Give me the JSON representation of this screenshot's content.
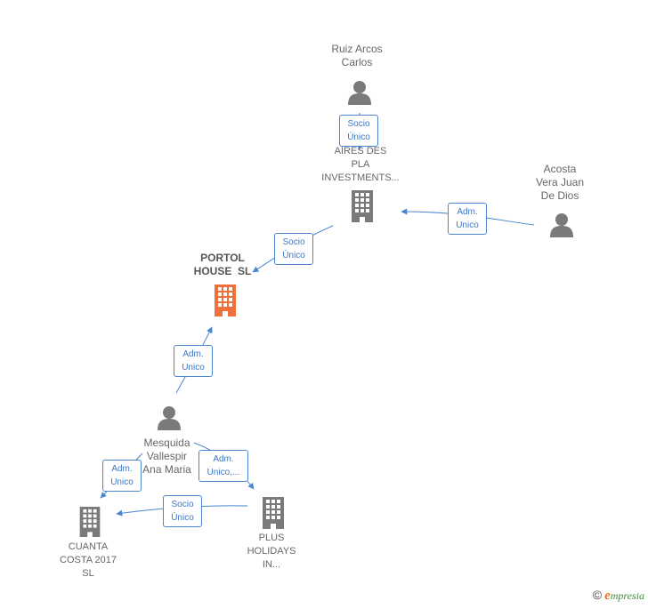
{
  "colors": {
    "edge": "#4a86d0",
    "person": "#7a7a7a",
    "company": "#7a7a7a",
    "main_company": "#f0703c"
  },
  "nodes": {
    "ruiz": {
      "line1": "Ruiz Arcos",
      "line2": "Carlos",
      "icon": "person-icon"
    },
    "aires": {
      "line1": "AIRES DES",
      "line2": "PLA",
      "line3": "INVESTMENTS...",
      "icon": "building-icon"
    },
    "acosta": {
      "line1": "Acosta",
      "line2": "Vera Juan",
      "line3": "De Dios",
      "icon": "person-icon"
    },
    "portol": {
      "line1": "PORTOL",
      "line2": "HOUSE  SL",
      "icon": "building-icon"
    },
    "mesquida": {
      "line1": "Mesquida",
      "line2": "Vallespir",
      "line3": "Ana Maria",
      "icon": "person-icon"
    },
    "cuanta": {
      "line1": "CUANTA",
      "line2": "COSTA 2017",
      "line3": "SL",
      "icon": "building-icon"
    },
    "plus": {
      "line1": "PLUS",
      "line2": "HOLIDAYS",
      "line3": "IN...",
      "icon": "building-icon"
    }
  },
  "edges": {
    "ruiz_aires": {
      "line1": "Socio",
      "line2": "Único"
    },
    "acosta_aires": {
      "line1": "Adm.",
      "line2": "Unico"
    },
    "aires_portol": {
      "line1": "Socio",
      "line2": "Único"
    },
    "mesquida_portol": {
      "line1": "Adm.",
      "line2": "Unico"
    },
    "mesquida_cuanta": {
      "line1": "Adm.",
      "line2": "Unico"
    },
    "mesquida_plus": {
      "line1": "Adm.",
      "line2": "Unico,..."
    },
    "plus_cuanta": {
      "line1": "Socio",
      "line2": "Único"
    }
  },
  "footer": {
    "copyright": "©",
    "brand_initial": "e",
    "brand_rest": "mpresia"
  }
}
